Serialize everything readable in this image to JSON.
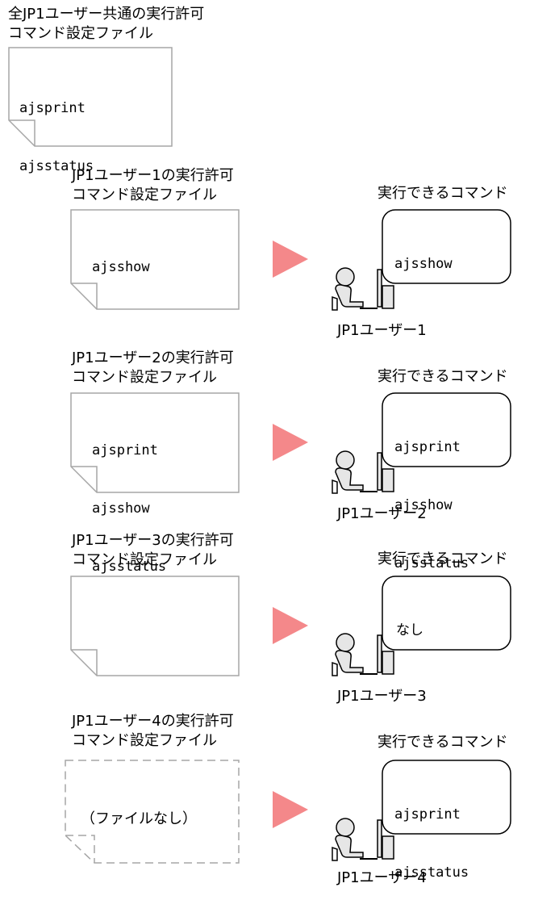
{
  "common": {
    "title": "全JP1ユーザー共通の実行許可\nコマンド設定ファイル",
    "commands": [
      "ajsprint",
      "ajsstatus"
    ]
  },
  "exec_label": "実行できるコマンド",
  "rows": [
    {
      "file_title": "JP1ユーザー1の実行許可\nコマンド設定ファイル",
      "file_commands": [
        "ajsshow"
      ],
      "file_dashed": false,
      "exec_commands": [
        "ajsshow"
      ],
      "user": "JP1ユーザー1"
    },
    {
      "file_title": "JP1ユーザー2の実行許可\nコマンド設定ファイル",
      "file_commands": [
        "ajsprint",
        "ajsshow",
        "ajsstatus"
      ],
      "file_dashed": false,
      "exec_commands": [
        "ajsprint",
        "ajsshow",
        "ajsstatus"
      ],
      "user": "JP1ユーザー2"
    },
    {
      "file_title": "JP1ユーザー3の実行許可\nコマンド設定ファイル",
      "file_commands": [],
      "file_dashed": false,
      "exec_commands": [
        "なし"
      ],
      "user": "JP1ユーザー3"
    },
    {
      "file_title": "JP1ユーザー4の実行許可\nコマンド設定ファイル",
      "file_commands": [
        "（ファイルなし）"
      ],
      "file_dashed": true,
      "exec_commands": [
        "ajsprint",
        "ajsstatus"
      ],
      "user": "JP1ユーザー4"
    }
  ],
  "colors": {
    "doc_border": "#a6a6a6",
    "arrow": "#f4888a",
    "bubble_border": "#000000",
    "person_fill": "#e6e6e6"
  }
}
